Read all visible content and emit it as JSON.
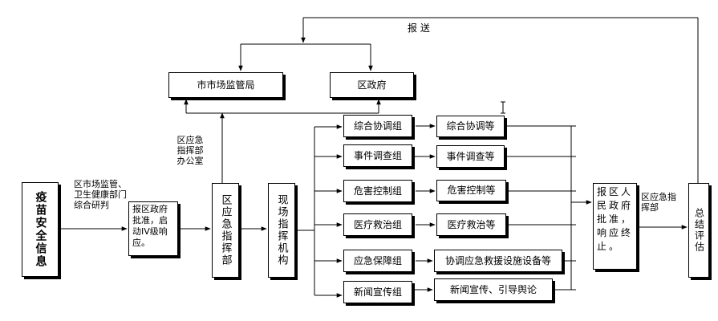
{
  "source": {
    "label": "疫苗安全信息"
  },
  "labels": {
    "judge": "区市场监管、卫生健康部门综合研判",
    "report_send": "报 送",
    "office": "区应急指挥部办公室",
    "end_cmd": "区应急指挥部"
  },
  "boxes": {
    "report_approve": "报区政府批准，启动IV级响应。",
    "cmd": "区应急指挥部",
    "field": "现场指挥机构",
    "city_bureau": "市市场监管局",
    "district_gov": "区政府",
    "end_approve": "报区人民政府批准，响应终止。",
    "summary": "总结评估"
  },
  "groups": [
    {
      "name": "综合协调组",
      "task": "综合协调等"
    },
    {
      "name": "事件调查组",
      "task": "事件调查等"
    },
    {
      "name": "危害控制组",
      "task": "危害控制等"
    },
    {
      "name": "医疗救治组",
      "task": "医疗救治等"
    },
    {
      "name": "应急保障组",
      "task": "协调应急救援设施设备等"
    },
    {
      "name": "新闻宣传组",
      "task": "新闻宣传、引导舆论"
    }
  ],
  "icons": {
    "cursor": "text-cursor-icon"
  }
}
